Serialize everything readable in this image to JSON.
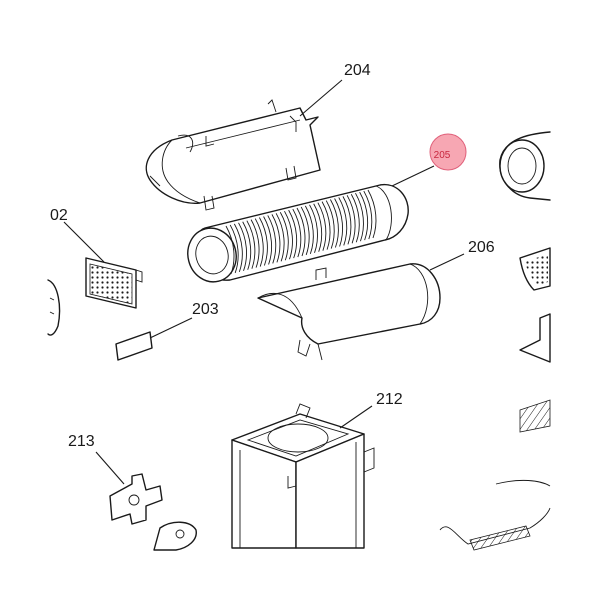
{
  "diagram": {
    "labels": {
      "l202": "02",
      "l203": "203",
      "l204": "204",
      "l205": "205",
      "l206": "206",
      "l212": "212",
      "l213": "213"
    },
    "highlight": {
      "label": "205",
      "fill": "#f7a7b3",
      "stroke": "#e0607a",
      "text_color": "#c8283f"
    }
  }
}
